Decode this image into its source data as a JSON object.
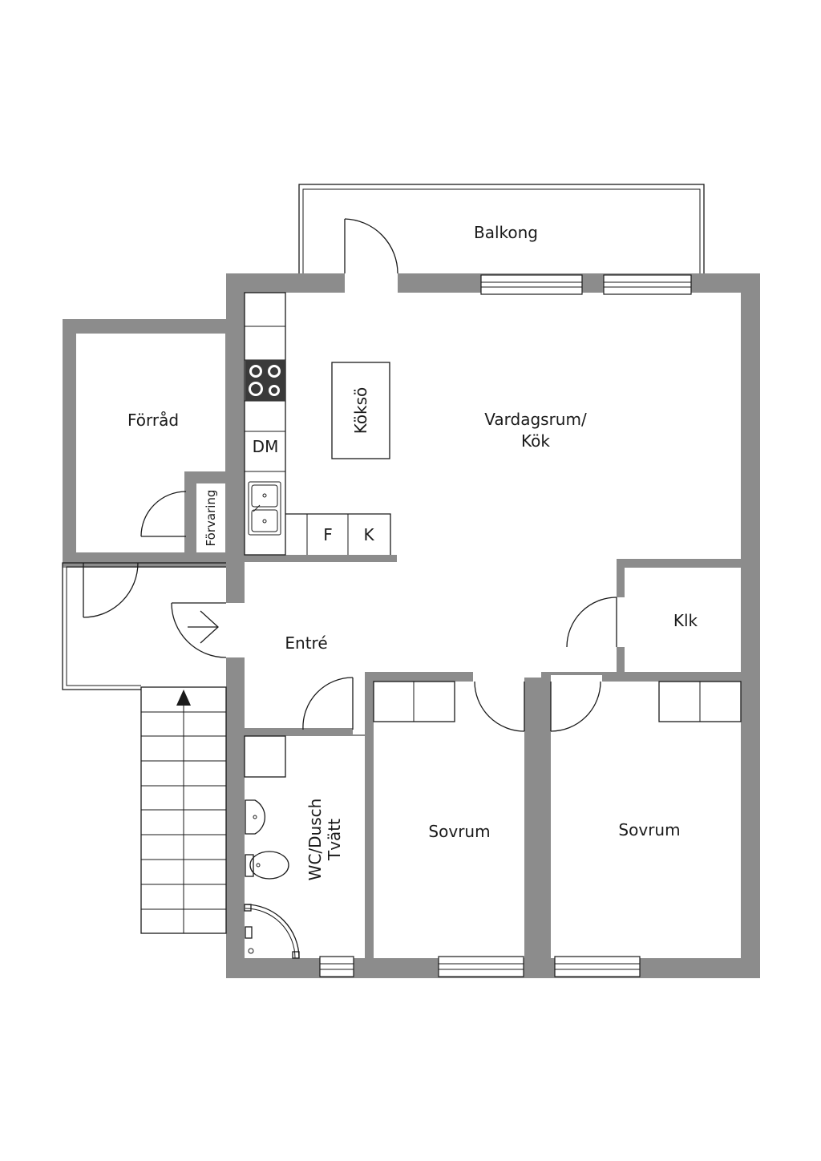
{
  "labels": {
    "balkong": "Balkong",
    "forrad": "Förråd",
    "koksö": "Köksö",
    "vardagsrum_1": "Vardagsrum/",
    "vardagsrum_2": "Kök",
    "dm": "DM",
    "f": "F",
    "k": "K",
    "forvaring": "Förvaring",
    "entre": "Entré",
    "klk": "Klk",
    "wc_1": "WC/Dusch",
    "wc_2": "Tvätt",
    "sovrum_1": "Sovrum",
    "sovrum_2": "Sovrum"
  },
  "colors": {
    "wall": "#8c8c8c",
    "line": "#1a1a1a",
    "background": "#ffffff"
  }
}
